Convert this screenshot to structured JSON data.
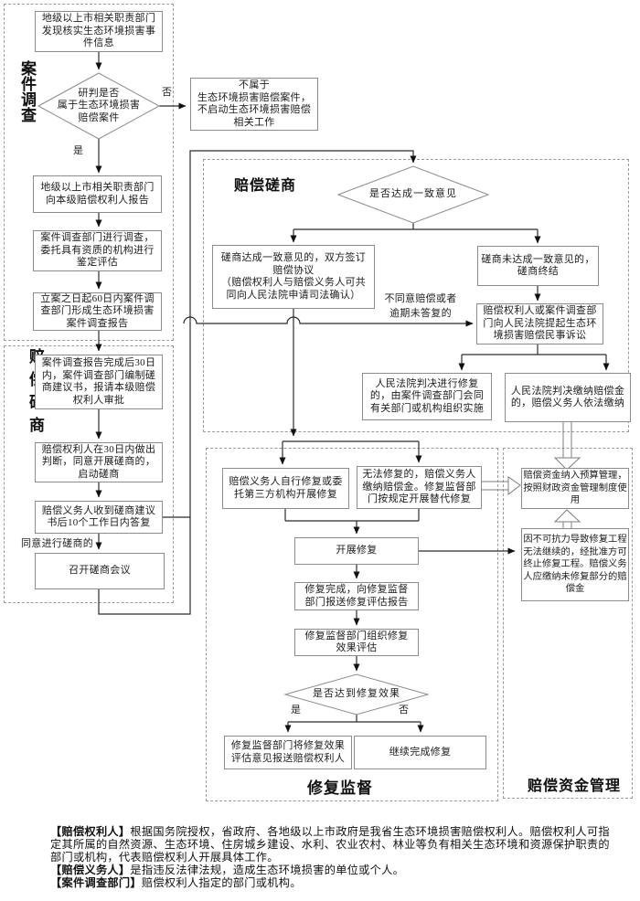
{
  "sections": {
    "case_investigation": "案件调查",
    "consultation_left": "赔偿磋商",
    "consultation_right": "赔偿磋商",
    "repair_supervision": "修复监督",
    "fund_management": "赔偿资金管理"
  },
  "nodes": {
    "discover": "地级以上市相关职责部门\n发现核实生态环境损害事\n件信息",
    "decide_case": "研判是否\n属于生态环境损害\n赔偿案件",
    "not_case": "不属于\n生态环境损害赔偿案件，\n不启动生态环境损害赔偿\n相关工作",
    "report": "地级以上市相关职责部门\n向本级赔偿权利人报告",
    "investigate": "案件调查部门进行调查，\n委托具有资质的机构进行\n鉴定评估",
    "form_report": "立案之日起60日内案件调\n查部门形成生态环境损害\n案件调查报告",
    "draft_proposal": "案件调查报告完成后30日\n内，案件调查部门编制磋\n商建议书，报请本级赔偿\n权利人审批",
    "rightsholder_judge": "赔偿权利人在30日内做出\n判断，同意开展磋商的，\n启动磋商",
    "obligor_reply": "赔偿义务人收到磋商建议\n书后10个工作日内答复",
    "hold_meeting": "召开磋商会议",
    "decide_agree": "是否达成一致意见",
    "agreement": "磋商达成一致意见的，双方签订\n赔偿协议\n（赔偿权利人与赔偿义务人可共\n同向人民法院申请司法确认）",
    "no_agreement": "磋商未达成一致意见的，\n磋商终结",
    "lawsuit": "赔偿权利人或案件调查部\n门向人民法院提起生态环\n境损害赔偿民事诉讼",
    "court_repair": "人民法院判决进行修复\n的，由案件调查部门会同\n有关部门或机构组织实施",
    "court_pay": "人民法院判决缴纳赔偿金\n的，赔偿义务人依法缴纳",
    "self_repair": "赔偿义务人自行修复或委\n托第三方机构开展修复",
    "cannot_repair": "无法修复的，赔偿义务人\n缴纳赔偿金。修复监督部\n门按规定开展替代修复",
    "do_repair": "开展修复",
    "repair_report": "修复完成，向修复监督\n部门报送修复评估报告",
    "effect_assess": "修复监督部门组织修复\n效果评估",
    "decide_effect": "是否达到修复效果",
    "send_opinion": "修复监督部门将修复效果\n评估意见报送赔偿权利人",
    "continue_repair": "继续完成修复",
    "budget": "赔偿资金纳入预算管理，\n按照财政资金管理制度使\n用",
    "force_majeure": "因不可抗力导致修复工程\n无法继续的，经批准方可\n终止修复工程。赔偿义务\n人应缴纳未修复部分的赔\n偿金"
  },
  "edge_labels": {
    "no1": "否",
    "yes1": "是",
    "agree_consult": "同意进行磋商的",
    "disagree_or_overdue": "不同意赔偿或者\n逾期未答复的",
    "yes2": "是",
    "no2": "否"
  },
  "footnotes": [
    {
      "term": "【赔偿权利人】",
      "text": "根据国务院授权，省政府、各地级以上市政府是我省生态环境损害赔偿权利人。赔偿权利人可指定其所属的自然资源、生态环境、住房城乡建设、水利、农业农村、林业等负有相关生态环境和资源保护职责的部门或机构，代表赔偿权利人开展具体工作。"
    },
    {
      "term": "【赔偿义务人】",
      "text": "是指违反法律法规，造成生态环境损害的单位或个人。"
    },
    {
      "term": "【案件调查部门】",
      "text": "赔偿权利人指定的部门或机构。"
    }
  ]
}
